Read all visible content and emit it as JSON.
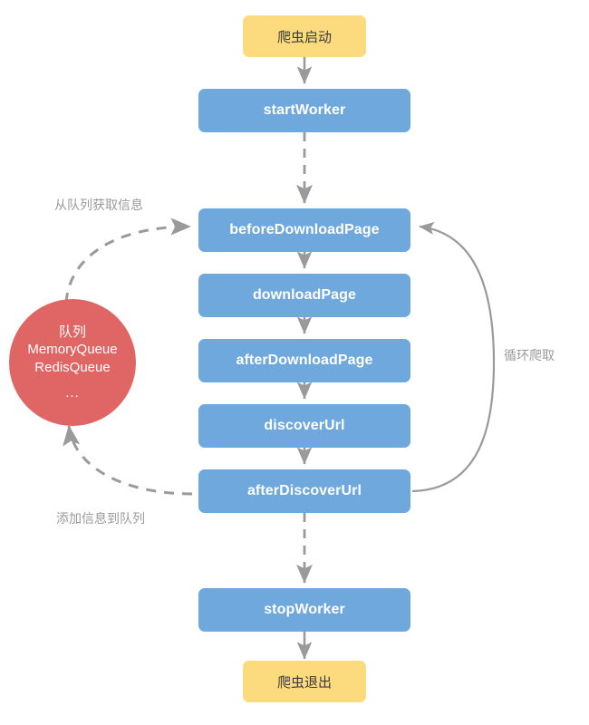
{
  "diagram": {
    "title": "Spider lifecycle flowchart",
    "background": "#ffffff",
    "colors": {
      "terminal": "#fcdb7f",
      "process": "#6fa8dc",
      "queue": "#e06666",
      "edge": "#9a9a9a",
      "label_text": "#9a9a9a",
      "process_text": "#ffffff",
      "terminal_text": "#3a3a3a"
    },
    "nodes": {
      "start": {
        "label": "爬虫启动",
        "shape": "rounded-rect",
        "color": "#fcdb7f"
      },
      "start_worker": {
        "label": "startWorker",
        "shape": "rounded-rect",
        "color": "#6fa8dc"
      },
      "before_download_page": {
        "label": "beforeDownloadPage",
        "shape": "rounded-rect",
        "color": "#6fa8dc"
      },
      "download_page": {
        "label": "downloadPage",
        "shape": "rounded-rect",
        "color": "#6fa8dc"
      },
      "after_download_page": {
        "label": "afterDownloadPage",
        "shape": "rounded-rect",
        "color": "#6fa8dc"
      },
      "discover_url": {
        "label": "discoverUrl",
        "shape": "rounded-rect",
        "color": "#6fa8dc"
      },
      "after_discover_url": {
        "label": "afterDiscoverUrl",
        "shape": "rounded-rect",
        "color": "#6fa8dc"
      },
      "stop_worker": {
        "label": "stopWorker",
        "shape": "rounded-rect",
        "color": "#6fa8dc"
      },
      "end": {
        "label": "爬虫退出",
        "shape": "rounded-rect",
        "color": "#fcdb7f"
      },
      "queue": {
        "shape": "circle",
        "color": "#e06666",
        "line1": "队列",
        "line2": "MemoryQueue",
        "line3": "RedisQueue",
        "line4": "..."
      }
    },
    "edge_labels": {
      "from_queue": "从队列获取信息",
      "to_queue": "添加信息到队列",
      "loop": "循环爬取"
    },
    "edges": [
      {
        "from": "start",
        "to": "start_worker",
        "style": "solid"
      },
      {
        "from": "start_worker",
        "to": "before_download_page",
        "style": "dashed"
      },
      {
        "from": "before_download_page",
        "to": "download_page",
        "style": "solid"
      },
      {
        "from": "download_page",
        "to": "after_download_page",
        "style": "solid"
      },
      {
        "from": "after_download_page",
        "to": "discover_url",
        "style": "solid"
      },
      {
        "from": "discover_url",
        "to": "after_discover_url",
        "style": "solid"
      },
      {
        "from": "after_discover_url",
        "to": "stop_worker",
        "style": "dashed"
      },
      {
        "from": "stop_worker",
        "to": "end",
        "style": "solid"
      },
      {
        "from": "queue",
        "to": "before_download_page",
        "style": "dashed",
        "label": "从队列获取信息"
      },
      {
        "from": "after_discover_url",
        "to": "queue",
        "style": "dashed",
        "label": "添加信息到队列"
      },
      {
        "from": "after_discover_url",
        "to": "before_download_page",
        "style": "solid",
        "label": "循环爬取"
      }
    ]
  }
}
